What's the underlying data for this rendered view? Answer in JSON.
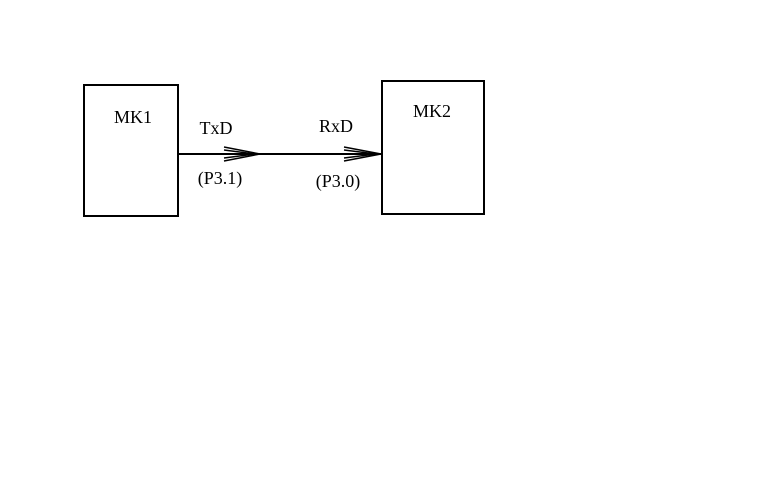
{
  "diagram": {
    "blocks": {
      "mk1": {
        "label": "MK1"
      },
      "mk2": {
        "label": "MK2"
      }
    },
    "signals": {
      "txd": {
        "name": "TxD",
        "pin": "(P3.1)"
      },
      "rxd": {
        "name": "RxD",
        "pin": "(P3.0)"
      }
    },
    "colors": {
      "line": "#000000",
      "background": "#ffffff"
    }
  }
}
